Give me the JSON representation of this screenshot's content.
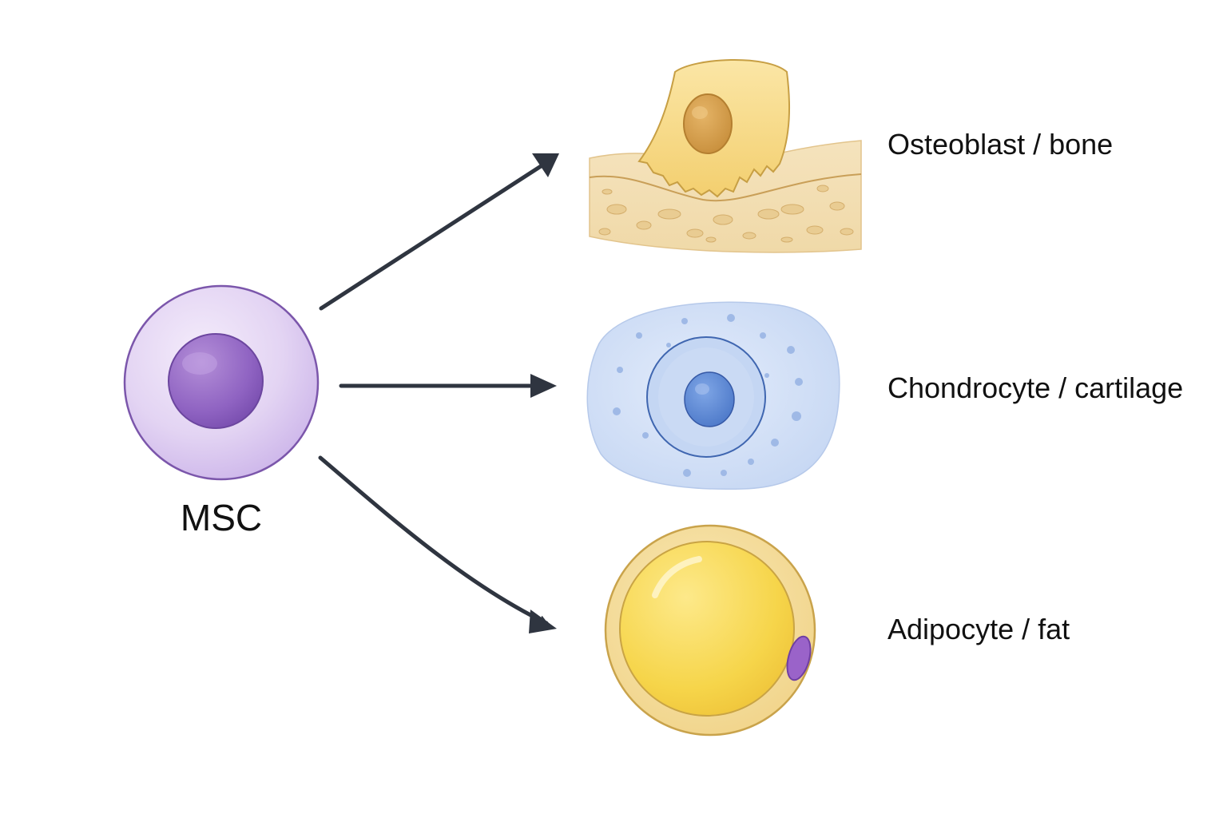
{
  "source_cell": {
    "label": "MSC",
    "icon": "msc-cell-icon",
    "color": "#d9c8ee"
  },
  "fates": [
    {
      "label": "Osteoblast / bone",
      "icon": "osteoblast-bone-icon",
      "color": "#f4d98c"
    },
    {
      "label": "Chondrocyte / cartilage",
      "icon": "chondrocyte-cartilage-icon",
      "color": "#c9d9f4"
    },
    {
      "label": "Adipocyte / fat",
      "icon": "adipocyte-fat-icon",
      "color": "#f7d44c"
    }
  ],
  "arrow_color": "#2f3540"
}
